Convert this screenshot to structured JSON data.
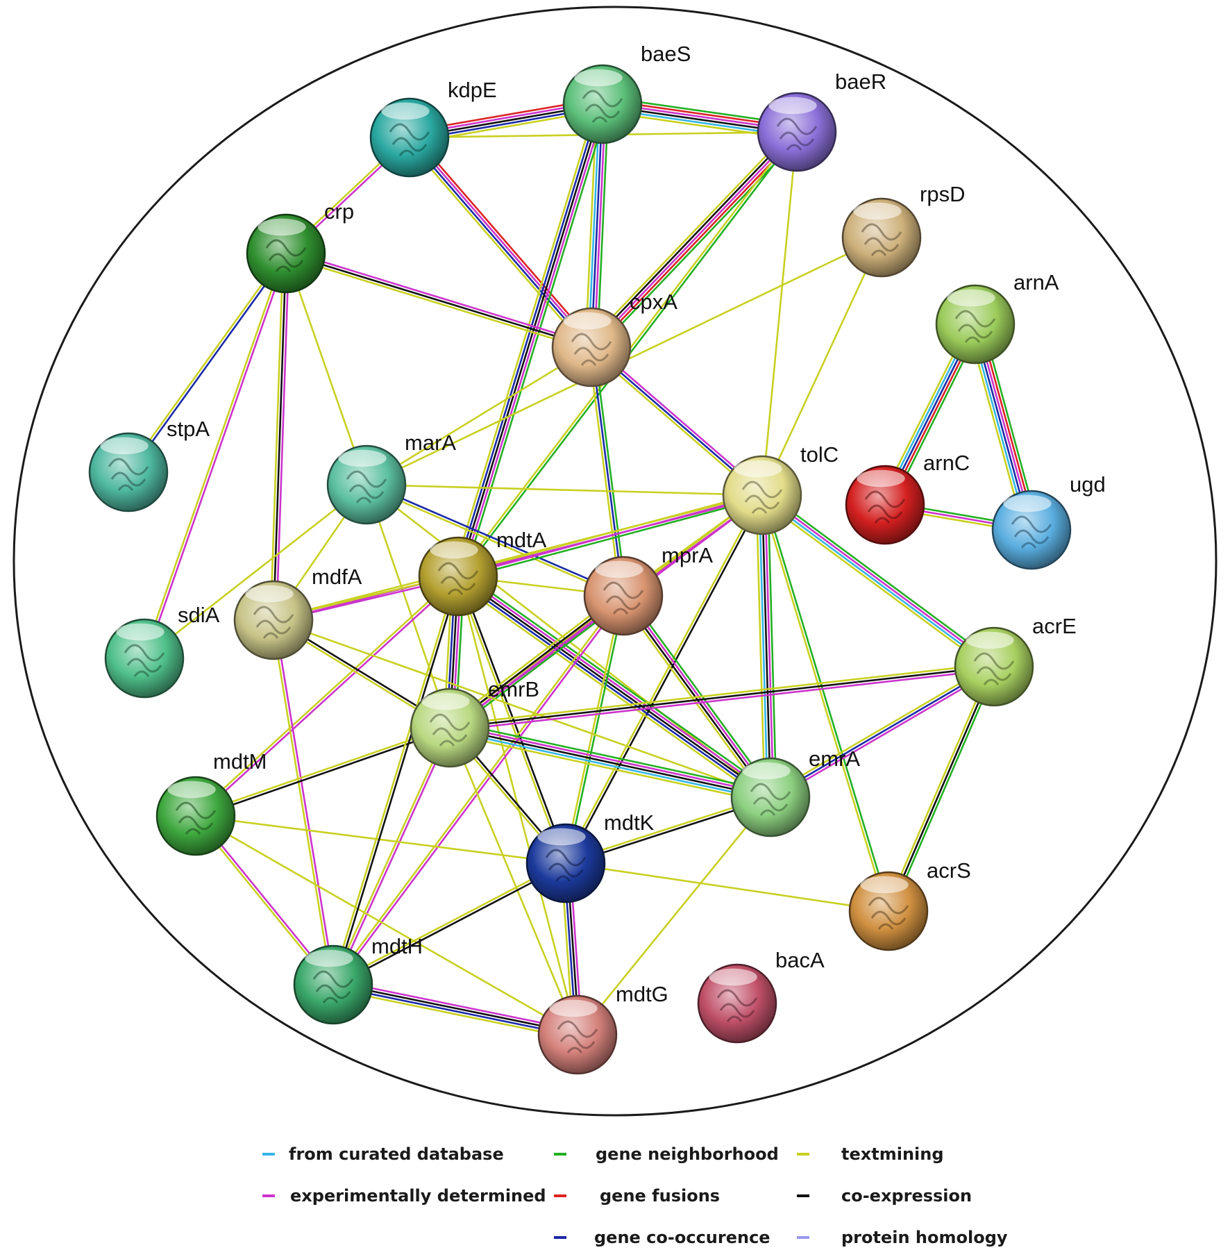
{
  "nodes": [
    {
      "id": "kdpE",
      "label": "kdpE",
      "color": "#2aa8a0"
    },
    {
      "id": "baeS",
      "label": "baeS",
      "color": "#5cc07a"
    },
    {
      "id": "baeR",
      "label": "baeR",
      "color": "#8a6fd8"
    },
    {
      "id": "crp",
      "label": "crp",
      "color": "#2f8f2f"
    },
    {
      "id": "rpsD",
      "label": "rpsD",
      "color": "#cdb07a"
    },
    {
      "id": "arnA",
      "label": "arnA",
      "color": "#9acb5a"
    },
    {
      "id": "cpxA",
      "label": "cpxA",
      "color": "#e0b889"
    },
    {
      "id": "stpA",
      "label": "stpA",
      "color": "#4fb8a0"
    },
    {
      "id": "marA",
      "label": "marA",
      "color": "#5cc0a0"
    },
    {
      "id": "tolC",
      "label": "tolC",
      "color": "#e2dc8a"
    },
    {
      "id": "arnC",
      "label": "arnC",
      "color": "#d42020"
    },
    {
      "id": "ugd",
      "label": "ugd",
      "color": "#5aaee0"
    },
    {
      "id": "mdtA",
      "label": "mdtA",
      "color": "#b4a030"
    },
    {
      "id": "mprA",
      "label": "mprA",
      "color": "#d89470"
    },
    {
      "id": "mdfA",
      "label": "mdfA",
      "color": "#c8c488"
    },
    {
      "id": "sdiA",
      "label": "sdiA",
      "color": "#4fc08a"
    },
    {
      "id": "acrE",
      "label": "acrE",
      "color": "#a8d060"
    },
    {
      "id": "emrB",
      "label": "emrB",
      "color": "#b8d880"
    },
    {
      "id": "emrA",
      "label": "emrA",
      "color": "#8cd080"
    },
    {
      "id": "mdtM",
      "label": "mdtM",
      "color": "#3ea83e"
    },
    {
      "id": "mdtK",
      "label": "mdtK",
      "color": "#1c3a9c"
    },
    {
      "id": "acrS",
      "label": "acrS",
      "color": "#d09040"
    },
    {
      "id": "mdtH",
      "label": "mdtH",
      "color": "#3aa86a"
    },
    {
      "id": "bacA",
      "label": "bacA",
      "color": "#c05068"
    },
    {
      "id": "mdtG",
      "label": "mdtG",
      "color": "#d4807a"
    }
  ],
  "evidence_types": {
    "curated": {
      "label": "from curated database",
      "color": "#33b5e5"
    },
    "experimental": {
      "label": "experimentally determined",
      "color": "#cc33cc"
    },
    "neighborhood": {
      "label": "gene neighborhood",
      "color": "#22b022"
    },
    "fusion": {
      "label": "gene fusions",
      "color": "#dd2222"
    },
    "cooccurrence": {
      "label": "gene co-occurence",
      "color": "#1a2aa8"
    },
    "textmining": {
      "label": "textmining",
      "color": "#c8d020"
    },
    "coexpression": {
      "label": "co-expression",
      "color": "#111111"
    },
    "homology": {
      "label": "protein homology",
      "color": "#9999ee"
    }
  },
  "legend_order": [
    "curated",
    "neighborhood",
    "textmining",
    "experimental",
    "fusion",
    "coexpression",
    "cooccurrence",
    "homology"
  ],
  "edges": [
    {
      "from": "kdpE",
      "to": "baeS",
      "types": [
        "fusion",
        "experimental",
        "coexpression",
        "cooccurrence",
        "textmining"
      ]
    },
    {
      "from": "baeS",
      "to": "baeR",
      "types": [
        "neighborhood",
        "fusion",
        "experimental",
        "coexpression",
        "curated",
        "textmining"
      ]
    },
    {
      "from": "kdpE",
      "to": "baeR",
      "types": [
        "textmining"
      ]
    },
    {
      "from": "kdpE",
      "to": "cpxA",
      "types": [
        "fusion",
        "experimental",
        "cooccurrence",
        "textmining"
      ]
    },
    {
      "from": "kdpE",
      "to": "crp",
      "types": [
        "experimental",
        "textmining"
      ]
    },
    {
      "from": "baeS",
      "to": "cpxA",
      "types": [
        "neighborhood",
        "experimental",
        "cooccurrence",
        "curated",
        "textmining"
      ]
    },
    {
      "from": "baeR",
      "to": "cpxA",
      "types": [
        "neighborhood",
        "fusion",
        "experimental",
        "coexpression",
        "textmining"
      ]
    },
    {
      "from": "baeS",
      "to": "mdtA",
      "types": [
        "neighborhood",
        "experimental",
        "coexpression",
        "cooccurrence",
        "textmining"
      ]
    },
    {
      "from": "baeR",
      "to": "mdtA",
      "types": [
        "neighborhood",
        "textmining"
      ]
    },
    {
      "from": "baeR",
      "to": "tolC",
      "types": [
        "textmining"
      ]
    },
    {
      "from": "crp",
      "to": "cpxA",
      "types": [
        "experimental",
        "coexpression",
        "textmining"
      ]
    },
    {
      "from": "crp",
      "to": "stpA",
      "types": [
        "cooccurrence",
        "textmining"
      ]
    },
    {
      "from": "crp",
      "to": "sdiA",
      "types": [
        "experimental",
        "textmining"
      ]
    },
    {
      "from": "crp",
      "to": "mdfA",
      "types": [
        "experimental",
        "coexpression",
        "textmining"
      ]
    },
    {
      "from": "crp",
      "to": "marA",
      "types": [
        "textmining"
      ]
    },
    {
      "from": "cpxA",
      "to": "mprA",
      "types": [
        "neighborhood",
        "cooccurrence",
        "textmining"
      ]
    },
    {
      "from": "cpxA",
      "to": "tolC",
      "types": [
        "cooccurrence",
        "experimental",
        "textmining"
      ]
    },
    {
      "from": "cpxA",
      "to": "marA",
      "types": [
        "textmining"
      ]
    },
    {
      "from": "rpsD",
      "to": "marA",
      "types": [
        "textmining"
      ]
    },
    {
      "from": "rpsD",
      "to": "tolC",
      "types": [
        "textmining"
      ]
    },
    {
      "from": "arnA",
      "to": "arnC",
      "types": [
        "neighborhood",
        "fusion",
        "cooccurrence",
        "curated",
        "textmining"
      ]
    },
    {
      "from": "arnA",
      "to": "ugd",
      "types": [
        "neighborhood",
        "fusion",
        "experimental",
        "cooccurrence",
        "curated",
        "textmining"
      ]
    },
    {
      "from": "arnC",
      "to": "ugd",
      "types": [
        "neighborhood",
        "experimental",
        "textmining"
      ]
    },
    {
      "from": "marA",
      "to": "tolC",
      "types": [
        "textmining"
      ]
    },
    {
      "from": "marA",
      "to": "mprA",
      "types": [
        "cooccurrence",
        "textmining"
      ]
    },
    {
      "from": "marA",
      "to": "mdfA",
      "types": [
        "textmining"
      ]
    },
    {
      "from": "marA",
      "to": "sdiA",
      "types": [
        "textmining"
      ]
    },
    {
      "from": "marA",
      "to": "emrB",
      "types": [
        "textmining"
      ]
    },
    {
      "from": "marA",
      "to": "emrA",
      "types": [
        "textmining"
      ]
    },
    {
      "from": "tolC",
      "to": "mdtA",
      "types": [
        "neighborhood",
        "experimental",
        "textmining"
      ]
    },
    {
      "from": "tolC",
      "to": "mprA",
      "types": [
        "experimental",
        "textmining"
      ]
    },
    {
      "from": "tolC",
      "to": "emrA",
      "types": [
        "neighborhood",
        "experimental",
        "coexpression",
        "curated",
        "textmining"
      ]
    },
    {
      "from": "tolC",
      "to": "acrE",
      "types": [
        "neighborhood",
        "experimental",
        "curated",
        "textmining"
      ]
    },
    {
      "from": "tolC",
      "to": "emrB",
      "types": [
        "experimental",
        "textmining"
      ]
    },
    {
      "from": "tolC",
      "to": "mdtK",
      "types": [
        "coexpression",
        "textmining"
      ]
    },
    {
      "from": "tolC",
      "to": "acrS",
      "types": [
        "neighborhood",
        "textmining"
      ]
    },
    {
      "from": "tolC",
      "to": "mdfA",
      "types": [
        "experimental",
        "textmining"
      ]
    },
    {
      "from": "mdtA",
      "to": "mdfA",
      "types": [
        "experimental",
        "textmining"
      ]
    },
    {
      "from": "mdtA",
      "to": "mprA",
      "types": [
        "textmining"
      ]
    },
    {
      "from": "mdtA",
      "to": "emrB",
      "types": [
        "neighborhood",
        "experimental",
        "coexpression",
        "cooccurrence",
        "textmining"
      ]
    },
    {
      "from": "mdtA",
      "to": "emrA",
      "types": [
        "neighborhood",
        "experimental",
        "coexpression",
        "cooccurrence",
        "textmining"
      ]
    },
    {
      "from": "mdtA",
      "to": "mdtK",
      "types": [
        "coexpression",
        "textmining"
      ]
    },
    {
      "from": "mdtA",
      "to": "mdtG",
      "types": [
        "textmining"
      ]
    },
    {
      "from": "mdtA",
      "to": "mdtM",
      "types": [
        "experimental",
        "textmining"
      ]
    },
    {
      "from": "mprA",
      "to": "emrB",
      "types": [
        "neighborhood",
        "experimental",
        "coexpression",
        "textmining"
      ]
    },
    {
      "from": "mprA",
      "to": "emrA",
      "types": [
        "neighborhood",
        "experimental",
        "coexpression",
        "textmining"
      ]
    },
    {
      "from": "mprA",
      "to": "mdtK",
      "types": [
        "neighborhood",
        "textmining"
      ]
    },
    {
      "from": "mprA",
      "to": "mdtH",
      "types": [
        "experimental",
        "textmining"
      ]
    },
    {
      "from": "mdfA",
      "to": "emrB",
      "types": [
        "coexpression",
        "textmining"
      ]
    },
    {
      "from": "mdfA",
      "to": "mdtH",
      "types": [
        "experimental",
        "textmining"
      ]
    },
    {
      "from": "mdfA",
      "to": "emrA",
      "types": [
        "textmining"
      ]
    },
    {
      "from": "acrE",
      "to": "emrB",
      "types": [
        "experimental",
        "coexpression",
        "textmining"
      ]
    },
    {
      "from": "acrE",
      "to": "emrA",
      "types": [
        "cooccurrence",
        "experimental",
        "textmining"
      ]
    },
    {
      "from": "acrE",
      "to": "acrS",
      "types": [
        "neighborhood",
        "coexpression",
        "textmining"
      ]
    },
    {
      "from": "emrB",
      "to": "emrA",
      "types": [
        "neighborhood",
        "experimental",
        "coexpression",
        "curated",
        "textmining"
      ]
    },
    {
      "from": "emrB",
      "to": "mdtK",
      "types": [
        "coexpression",
        "textmining"
      ]
    },
    {
      "from": "emrB",
      "to": "mdtM",
      "types": [
        "coexpression",
        "textmining"
      ]
    },
    {
      "from": "emrB",
      "to": "mdtH",
      "types": [
        "experimental",
        "textmining"
      ]
    },
    {
      "from": "emrB",
      "to": "mdtG",
      "types": [
        "textmining"
      ]
    },
    {
      "from": "emrA",
      "to": "mdtK",
      "types": [
        "coexpression",
        "textmining"
      ]
    },
    {
      "from": "emrA",
      "to": "mdtG",
      "types": [
        "textmining"
      ]
    },
    {
      "from": "mdtM",
      "to": "mdtH",
      "types": [
        "experimental",
        "textmining"
      ]
    },
    {
      "from": "mdtM",
      "to": "mdtK",
      "types": [
        "textmining"
      ]
    },
    {
      "from": "mdtM",
      "to": "mdtG",
      "types": [
        "textmining"
      ]
    },
    {
      "from": "mdtK",
      "to": "mdtH",
      "types": [
        "coexpression",
        "textmining"
      ]
    },
    {
      "from": "mdtK",
      "to": "mdtG",
      "types": [
        "experimental",
        "coexpression",
        "cooccurrence",
        "textmining"
      ]
    },
    {
      "from": "mdtK",
      "to": "acrS",
      "types": [
        "textmining"
      ]
    },
    {
      "from": "mdtH",
      "to": "mdtG",
      "types": [
        "experimental",
        "coexpression",
        "cooccurrence",
        "textmining"
      ]
    },
    {
      "from": "mdtA",
      "to": "mdtH",
      "types": [
        "coexpression",
        "textmining"
      ]
    }
  ]
}
